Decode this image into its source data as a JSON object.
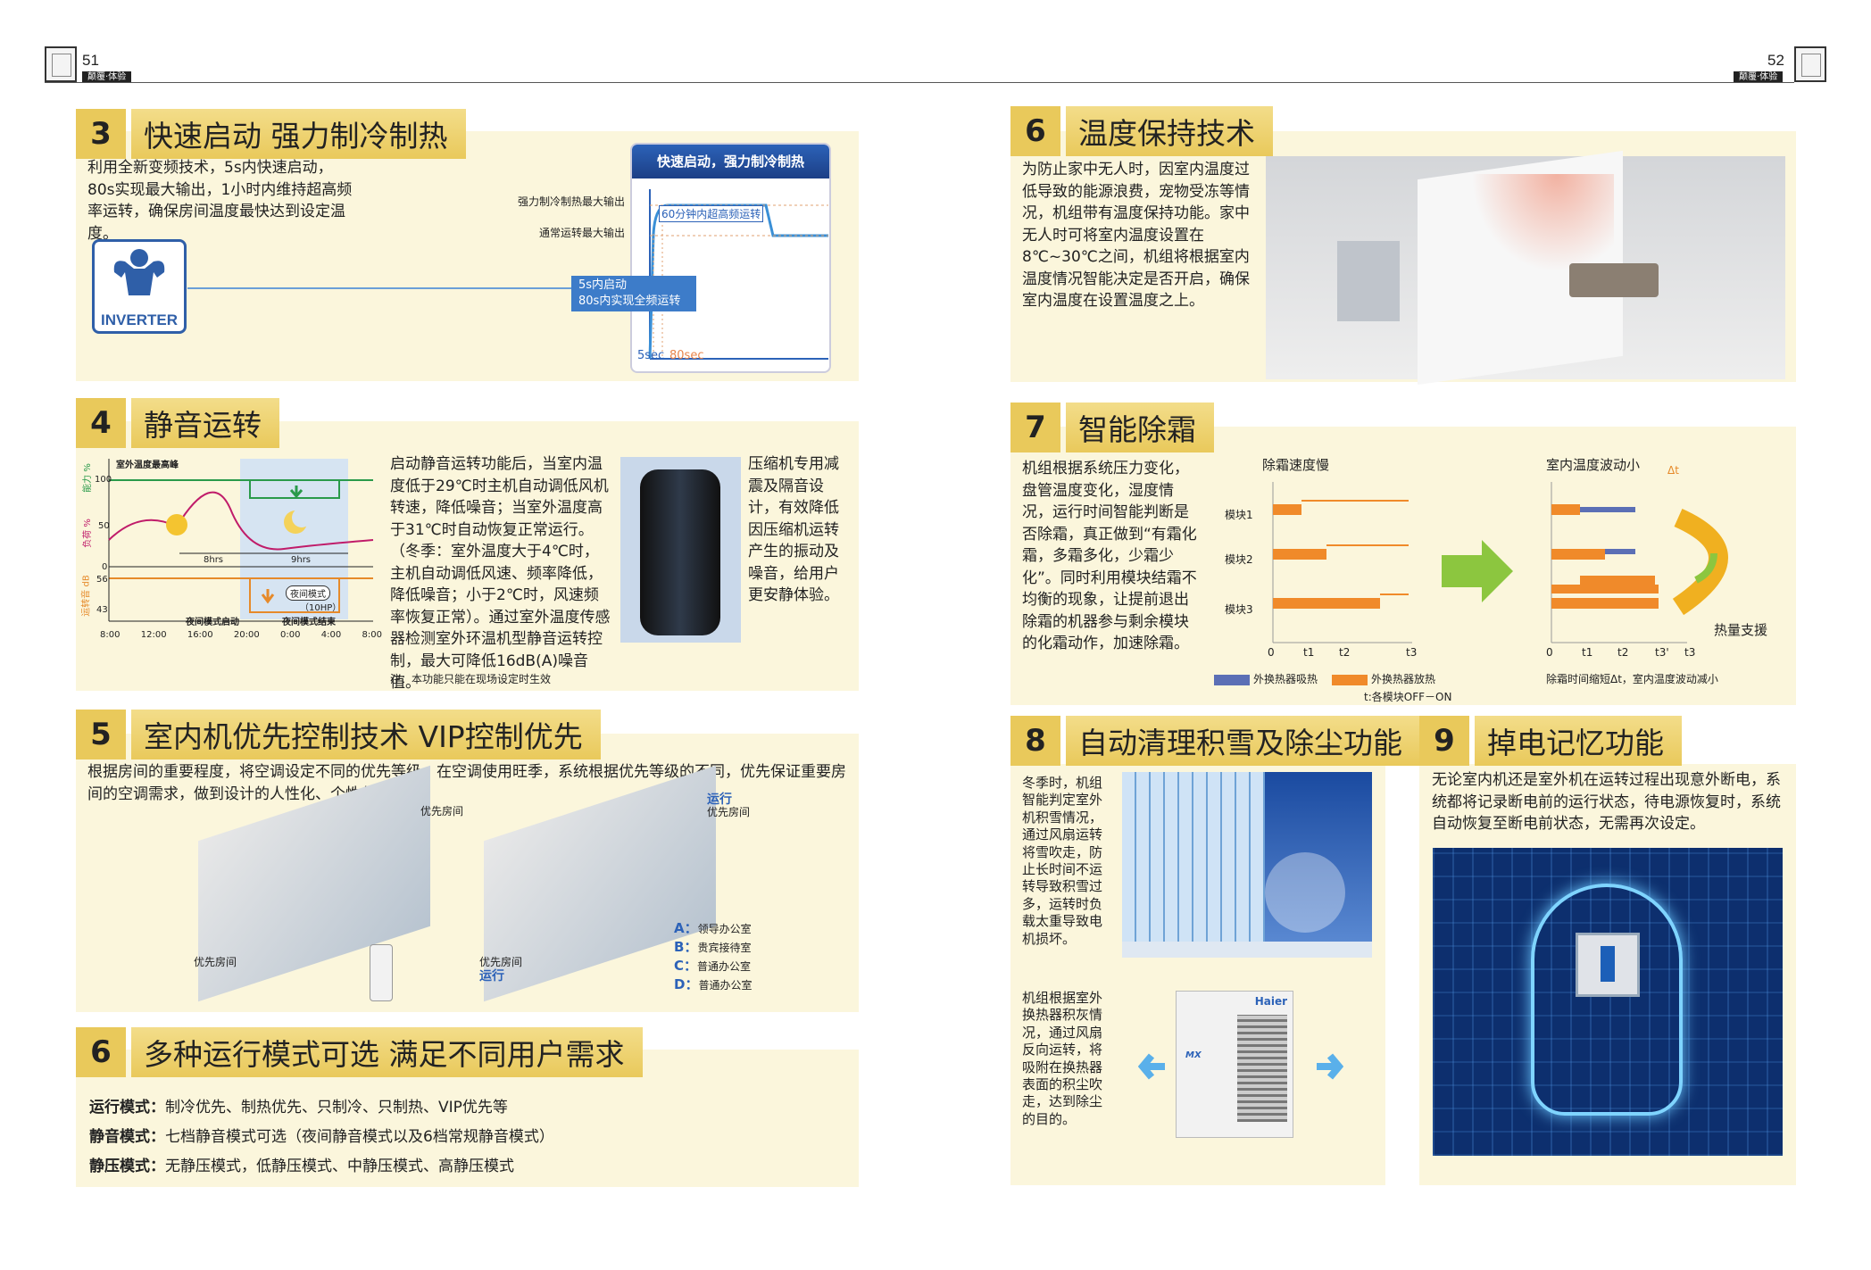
{
  "header": {
    "left_page": "51",
    "right_page": "52",
    "tag_left": "颠覆·体验",
    "tag_right": "颠覆·体验"
  },
  "s3": {
    "num": "3",
    "title": "快速启动 强力制冷制热",
    "text": "利用全新变频技术，5s内快速启动，80s实现最大输出，1小时内维持超高频率运转，确保房间温度最快达到设定温度。",
    "icon_label": "INVERTER",
    "chart_title": "快速启动，强力制冷制热",
    "label_max": "强力制冷制热最大输出",
    "label_normal": "通常运转最大输出",
    "label_60min": "60分钟内超高频运转",
    "label_5s_1": "5s内启动",
    "label_5s_2": "80s内实现全频运转",
    "tick_5sec": "5sec",
    "tick_80sec": "80sec"
  },
  "s4": {
    "num": "4",
    "title": "静音运转",
    "text": "启动静音运转功能后，当室内温度低于29℃时主机自动调低风机转速，降低噪音；当室外温度高于31℃时自动恢复正常运行。（冬季：室外温度大于4℃时，主机自动调低风速、频率降低，降低噪音；小于2℃时，风速频率恢复正常）。通过室外温度传感器检测室外环温机型静音运转控制，最大可降低16dB(A)噪音值。",
    "note": "注：本功能只能在现场设定时生效",
    "compressor_text": "压缩机专用减震及隔音设计，有效降低因压缩机运转产生的振动及噪音，给用户更安静体验。",
    "chart": {
      "peak_label": "室外温度最高峰",
      "axis_capacity": "能力 %",
      "axis_load": "负荷 %",
      "axis_noise": "运转音 dB",
      "y_100": "100",
      "y_50": "50",
      "y_0": "0",
      "y_56": "56",
      "y_43": "43",
      "span_8": "8hrs",
      "span_9": "9hrs",
      "night_mode": "夜间模式",
      "hp": "（10HP）",
      "night_start": "夜间模式启动",
      "night_end": "夜间模式结束",
      "x_ticks": [
        "8:00",
        "12:00",
        "16:00",
        "20:00",
        "0:00",
        "4:00",
        "8:00"
      ]
    }
  },
  "s5": {
    "num": "5",
    "title": "室内机优先控制技术 VIP控制优先",
    "text": "根据房间的重要程度，将空调设定不同的优先等级，在空调使用旺季，系统根据优先等级的不同，优先保证重要房间的空调需求，做到设计的人性化、个性化。",
    "priority_room": "优先房间",
    "running": "运行",
    "legend": [
      {
        "key": "A：",
        "desc": "领导办公室"
      },
      {
        "key": "B：",
        "desc": "贵宾接待室"
      },
      {
        "key": "C：",
        "desc": "普通办公室"
      },
      {
        "key": "D：",
        "desc": "普通办公室"
      }
    ]
  },
  "s6a": {
    "num": "6",
    "title": "多种运行模式可选 满足不同用户需求",
    "rows": [
      {
        "label": "运行模式：",
        "value": "制冷优先、制热优先、只制冷、只制热、VIP优先等"
      },
      {
        "label": "静音模式：",
        "value": "七档静音模式可选（夜间静音模式以及6档常规静音模式）"
      },
      {
        "label": "静压模式：",
        "value": "无静压模式，低静压模式、中静压模式、高静压模式"
      }
    ]
  },
  "s6b": {
    "num": "6",
    "title": "温度保持技术",
    "text": "为防止家中无人时，因室内温度过低导致的能源浪费，宠物受冻等情况，机组带有温度保持功能。家中无人时可将室内温度设置在8℃~30℃之间，机组将根据室内温度情况智能决定是否开启，确保室内温度在设置温度之上。"
  },
  "s7": {
    "num": "7",
    "title": "智能除霜",
    "text": "机组根据系统压力变化，盘管温度变化，湿度情况，运行时间智能判断是否除霜，真正做到“有霜化霜，多霜多化，少霜少化”。同时利用模块结霜不均衡的现象，让提前退出除霜的机器参与剩余模块的化霜动作，加速除霜。",
    "chart": {
      "left_title": "除霜速度慢",
      "right_title": "室内温度波动小",
      "delta_t": "Δt",
      "modules": [
        "模块1",
        "模块2",
        "模块3"
      ],
      "ticks_left": [
        "0",
        "t1",
        "t2",
        "t3"
      ],
      "ticks_right": [
        "0",
        "t1",
        "t2",
        "t3'",
        "t3"
      ],
      "heat_support": "热量支援",
      "legend_absorb": "外换热器吸热",
      "legend_release": "外换热器放热",
      "legend_note": "t:各模块OFF－ON",
      "right_note": "除霜时间缩短Δt，室内温度波动减小",
      "color_absorb": "#5b6fb5",
      "color_release": "#f08a2a"
    }
  },
  "s8": {
    "num": "8",
    "title": "自动清理积雪及除尘功能",
    "text1": "冬季时，机组智能判定室外机积雪情况，通过风扇运转将雪吹走，防止长时间不运转导致积雪过多，运转时负载太重导致电机损坏。",
    "text2": "机组根据室外换热器积灰情况，通过风扇反向运转，将吸附在换热器表面的积尘吹走，达到除尘的目的。",
    "brand": "Haier",
    "badge": "MX"
  },
  "s9": {
    "num": "9",
    "title": "掉电记忆功能",
    "text": "无论室内机还是室外机在运转过程出现意外断电，系统都将记录断电前的运行状态，待电源恢复时，系统自动恢复至断电前状态，无需再次设定。"
  }
}
